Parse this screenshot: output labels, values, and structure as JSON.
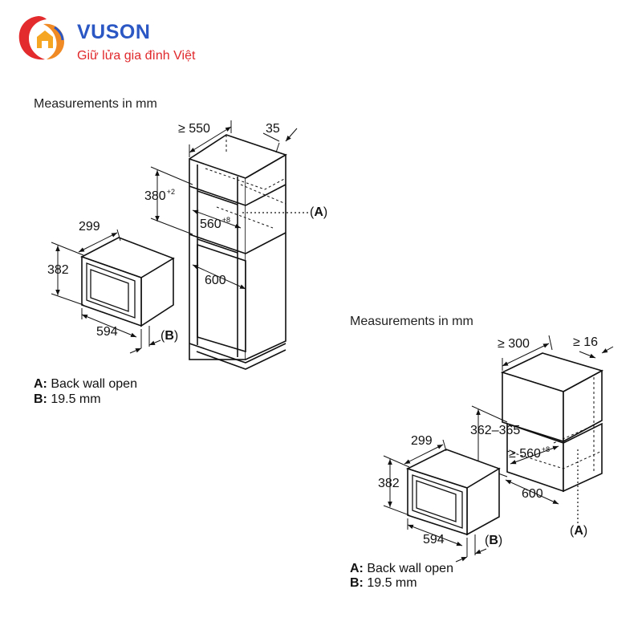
{
  "brand": {
    "name": "VUSON",
    "tagline": "Giữ lửa gia đình Việt",
    "colors": {
      "name": "#2a57c4",
      "tagline": "#e0282b",
      "logo_red": "#e32a2d",
      "logo_orange": "#f08a24",
      "logo_blue": "#2a57c4"
    }
  },
  "diagram_left": {
    "heading": "Measurements in mm",
    "dims": {
      "depth_min": "≥ 550",
      "top_gap": "35",
      "niche_height": "380",
      "niche_height_tol": "+2",
      "niche_width": "560",
      "niche_width_tol": "+8",
      "cabinet_width": "600",
      "appliance_depth": "299",
      "appliance_height": "382",
      "appliance_width": "594"
    },
    "callout_a": "A",
    "callout_b": "B",
    "legend": [
      {
        "key": "A:",
        "text": "Back wall open"
      },
      {
        "key": "B:",
        "text": "19.5 mm"
      }
    ]
  },
  "diagram_right": {
    "heading": "Measurements in mm",
    "dims": {
      "depth_min": "≥ 300",
      "top_gap": "≥ 16",
      "niche_height": "362–365",
      "niche_width": "≥ 560",
      "niche_width_tol": "+8",
      "cabinet_width": "600",
      "appliance_depth": "299",
      "appliance_height": "382",
      "appliance_width": "594"
    },
    "callout_a": "A",
    "callout_b": "B",
    "legend": [
      {
        "key": "A:",
        "text": "Back wall open"
      },
      {
        "key": "B:",
        "text": "19.5 mm"
      }
    ]
  }
}
